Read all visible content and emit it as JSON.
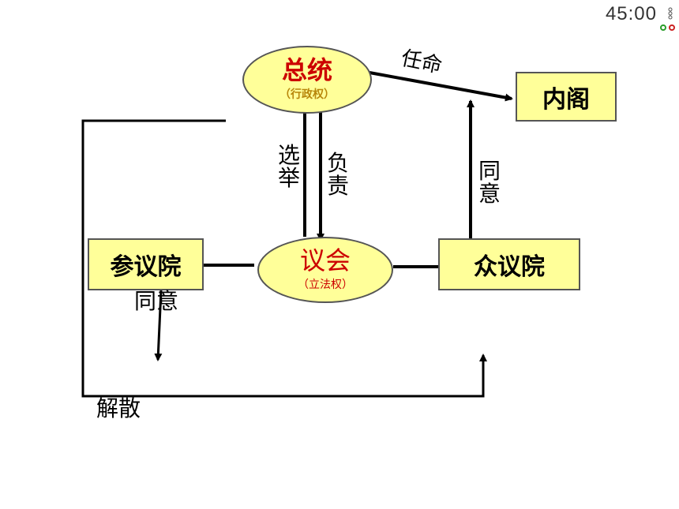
{
  "timer": {
    "text": "45:00"
  },
  "nodes": {
    "president": {
      "title": "总统",
      "subtitle": "（行政权）"
    },
    "parliament": {
      "title": "议会",
      "subtitle": "（立法权）"
    },
    "cabinet": {
      "title": "内阁"
    },
    "senate": {
      "title": "参议院"
    },
    "house": {
      "title": "众议院"
    }
  },
  "edge_labels": {
    "appoint": "任命",
    "elect": [
      "选",
      "举"
    ],
    "responsible": [
      "负",
      "责"
    ],
    "consent_right": [
      "同",
      "意"
    ],
    "consent_left": "同意",
    "dissolve": "解散"
  },
  "colors": {
    "node_fill": "#ffff99",
    "title_red": "#cc0000",
    "subtitle_gold": "#b8860b"
  }
}
